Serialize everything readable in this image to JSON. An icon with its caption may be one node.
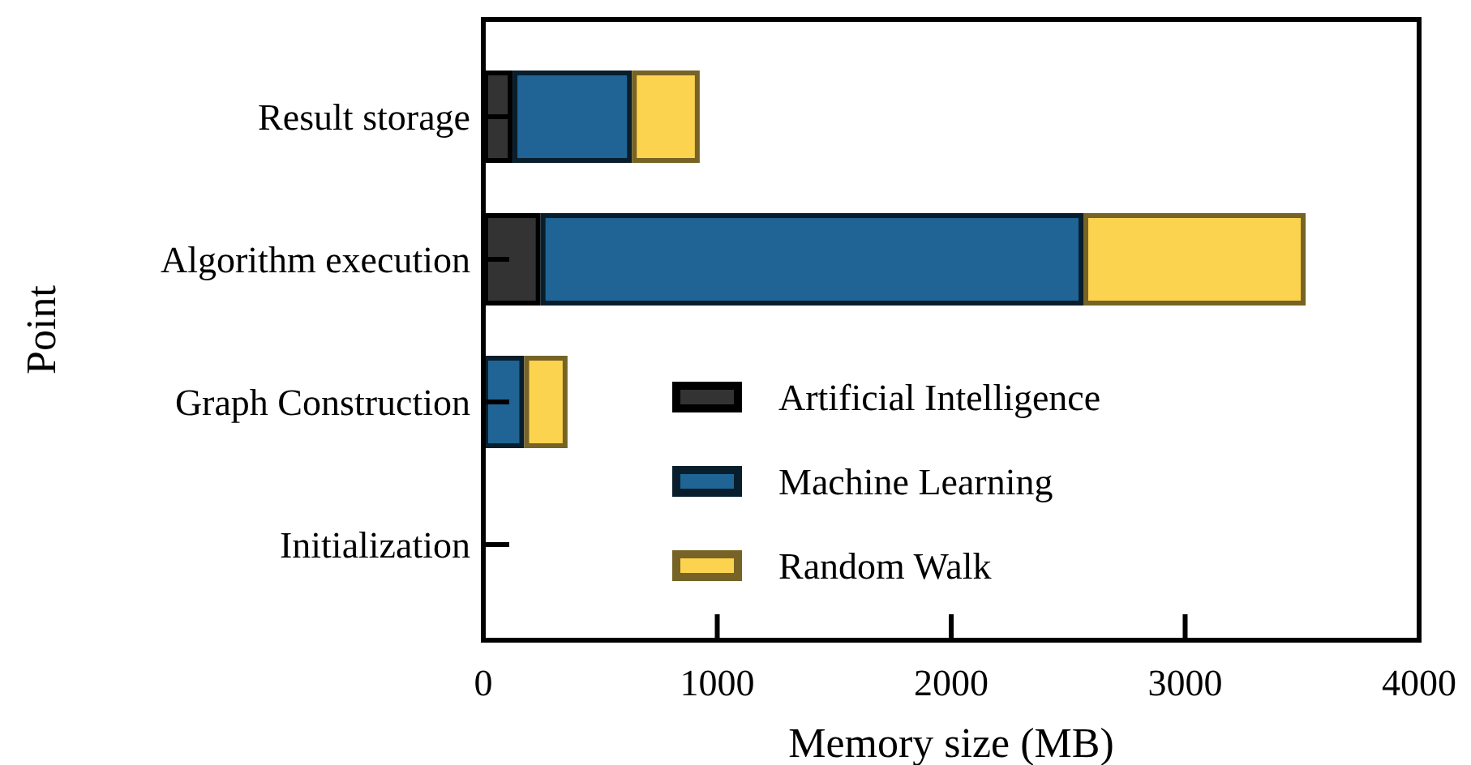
{
  "diagram": {
    "chart_data": {
      "type": "bar",
      "orientation": "horizontal",
      "stacked": true,
      "xlabel": "Memory size (MB)",
      "ylabel": "Point",
      "categories": [
        "Result storage",
        "Algorithm execution",
        "Graph Construction",
        "Initialization"
      ],
      "series": [
        {
          "name": "Artificial Intelligence",
          "color": "#333333",
          "values": [
            125,
            245,
            0,
            0
          ]
        },
        {
          "name": "Machine Learning",
          "color": "#1f6494",
          "values": [
            510,
            2320,
            175,
            0
          ]
        },
        {
          "name": "Random Walk",
          "color": "#fcd34f",
          "values": [
            290,
            950,
            185,
            0
          ]
        }
      ],
      "legend": true,
      "xlim": [
        0,
        4000
      ],
      "xticks": [
        0,
        1000,
        2000,
        3000,
        4000
      ]
    }
  }
}
